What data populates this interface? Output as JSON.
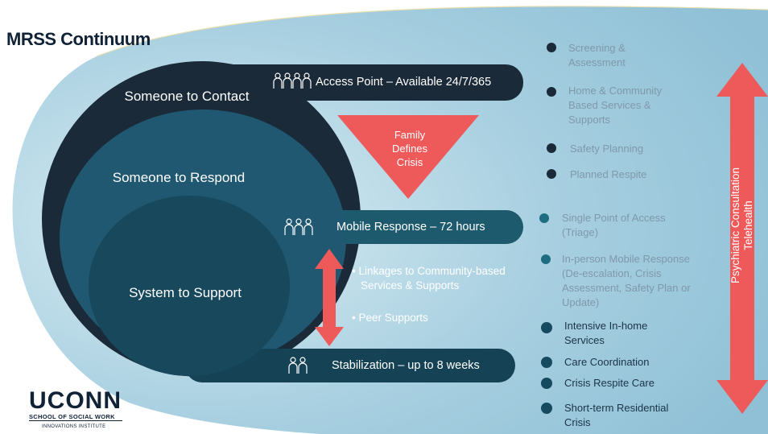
{
  "title": "MRSS Continuum",
  "circles": {
    "contact": "Someone to Contact",
    "respond": "Someone to Respond",
    "support": "System to Support"
  },
  "bars": {
    "access": "Access Point – Available 24/7/365",
    "mobile": "Mobile Response – 72 hours",
    "stabilization": "Stabilization – up to 8 weeks"
  },
  "triangle": [
    "Family",
    "Defines",
    "Crisis"
  ],
  "middle_items": [
    "• Linkages to Community-based",
    "Services & Supports",
    "• Peer Supports"
  ],
  "right_items": {
    "grey": [
      [
        "Screening &",
        "Assessment"
      ],
      [
        "Home & Community",
        "Based Services &",
        "Supports"
      ],
      [
        "Safety Planning"
      ],
      [
        "Planned Respite"
      ],
      [
        "Single Point of Access",
        "(Triage)"
      ],
      [
        "In-person Mobile Response",
        "(De-escalation, Crisis",
        "Assessment, Safety Plan or",
        "Update)"
      ]
    ],
    "dark": [
      [
        "Intensive In-home",
        "Services"
      ],
      [
        "Care Coordination"
      ],
      [
        "Crisis Respite Care"
      ],
      [
        "Short-term Residential",
        "Crisis"
      ]
    ]
  },
  "vertical_label": [
    "Psychiatric Consultation",
    "Telehealth"
  ],
  "logo": {
    "name": "UCONN",
    "school": "SCHOOL OF SOCIAL WORK",
    "institute": "INNOVATIONS INSTITUTE"
  },
  "icons": {
    "access": "people-group-icon",
    "mobile": "people-group-icon",
    "stabilization": "two-people-icon"
  },
  "colors": {
    "dark_navy": "#1b2a38",
    "teal_mid": "#1f5870",
    "teal_dark": "#164a60",
    "bar_teal": "#1d5a6d",
    "arrow_red": "#ee5a5a",
    "background_oval": "#a9d0e0"
  }
}
